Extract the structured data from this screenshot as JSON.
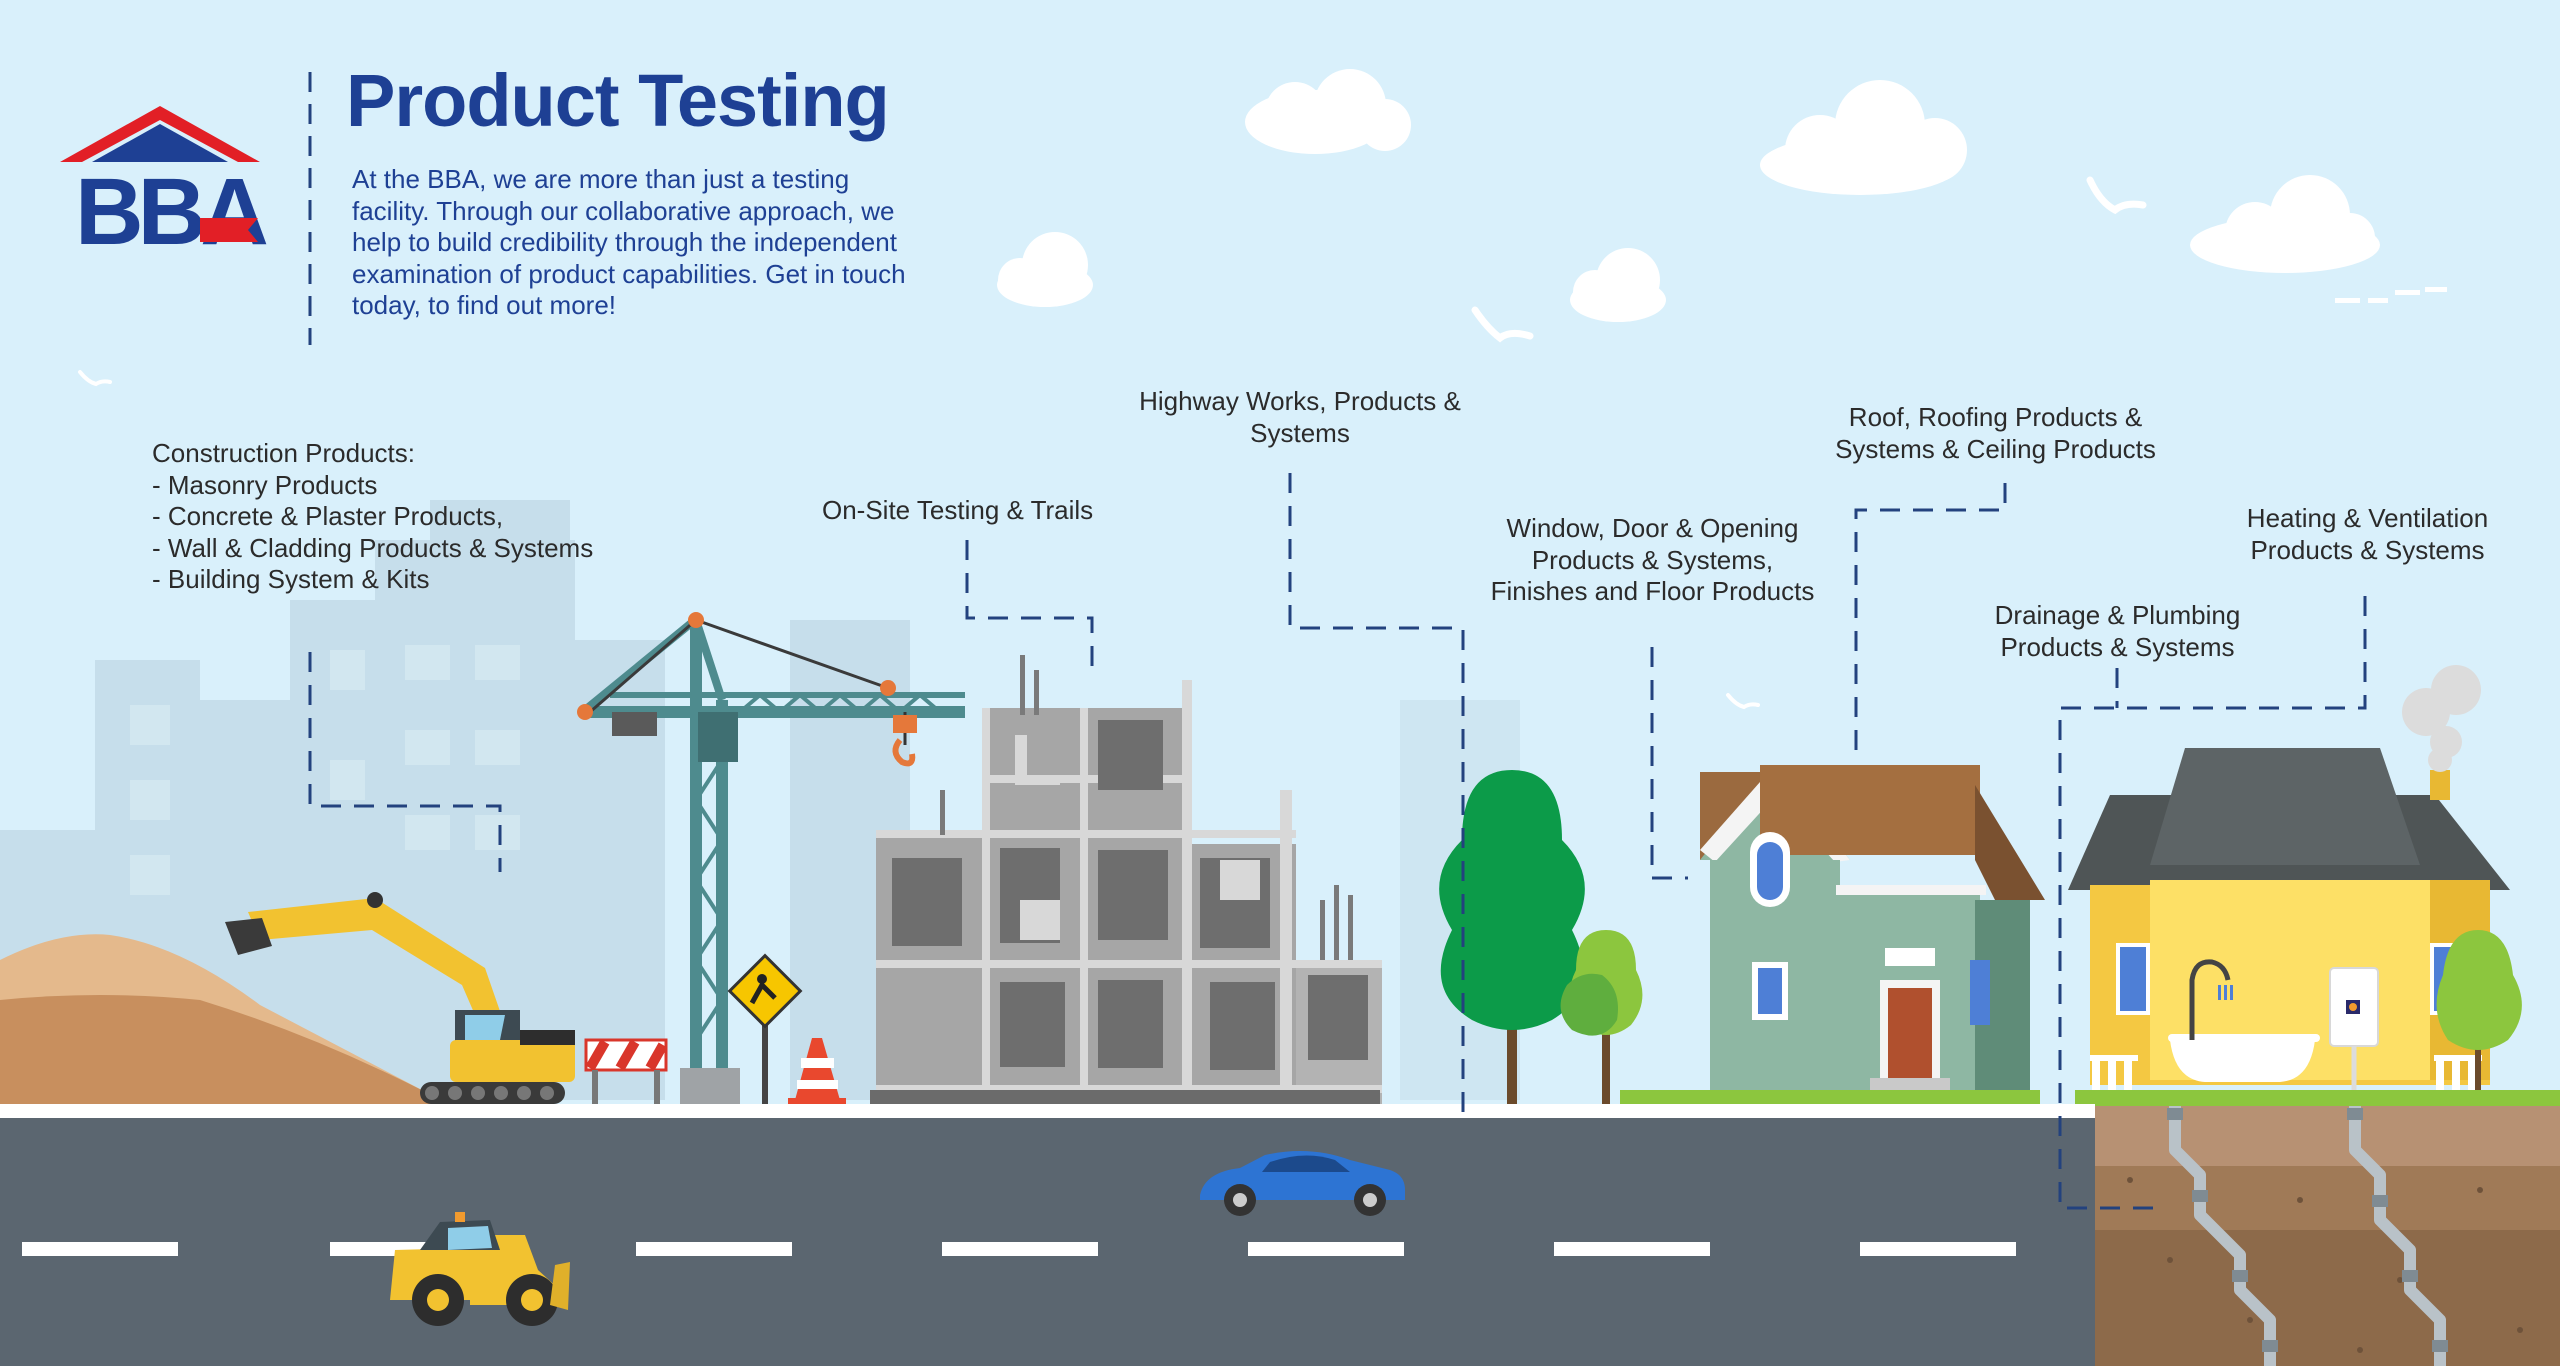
{
  "header": {
    "logo_text": "BBA",
    "title": "Product Testing",
    "intro": "At the BBA, we are more than just a testing facility. Through our collaborative approach, we help to build credibility through the independent examination of product capabilities. Get in touch today, to find out more!"
  },
  "labels": {
    "construction": {
      "heading": "Construction Products:",
      "items": [
        "Masonry Products",
        "Concrete & Plaster Products,",
        "Wall & Cladding Products & Systems",
        "Building System & Kits"
      ]
    },
    "onsite": "On-Site Testing & Trails",
    "highway": "Highway Works, Products & Systems",
    "window": "Window, Door & Opening Products & Systems, Finishes and Floor Products",
    "roof": "Roof, Roofing Products & Systems & Ceiling Products",
    "drainage": "Drainage & Plumbing Products & Systems",
    "heating": "Heating & Ventilation Products & Systems"
  },
  "colors": {
    "sky": "#d9f0fb",
    "brand_blue": "#1e4094",
    "brand_red": "#e21f26",
    "road": "#5b6670",
    "leader_line": "#23427e",
    "crane": "#4e8b8e",
    "excavator": "#f2c230",
    "concrete": "#a6a6a6",
    "tree_dark": "#0c9b49",
    "tree_light": "#8cc63e",
    "house_green": "#8eb7a3",
    "roof_brown": "#9b6a3f",
    "house_yellow": "#f4c842",
    "roof_grey": "#4f5556",
    "car": "#2d74d3",
    "soil": "#a07a57"
  }
}
